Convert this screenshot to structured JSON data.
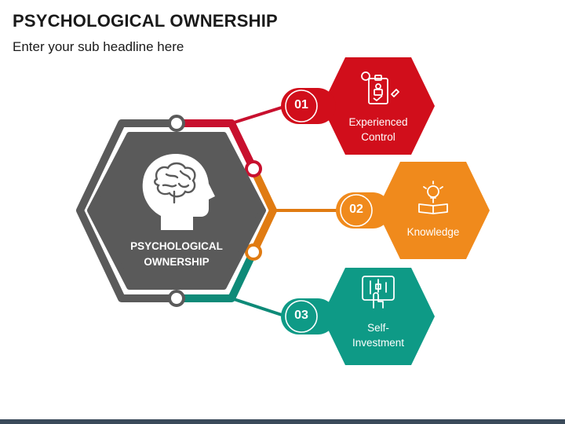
{
  "header": {
    "title": "PSYCHOLOGICAL OWNERSHIP",
    "subtitle": "Enter your sub headline here"
  },
  "center": {
    "label_line1": "PSYCHOLOGICAL",
    "label_line2": "OWNERSHIP",
    "icon": "head-brain-icon",
    "color": "#5a5a5a"
  },
  "items": [
    {
      "number": "01",
      "line1": "Experienced",
      "line2": "Control",
      "icon": "control-checklist-icon",
      "color": "#d10e1b"
    },
    {
      "number": "02",
      "line1": "Knowledge",
      "line2": "",
      "icon": "lightbulb-book-icon",
      "color": "#f08a1c"
    },
    {
      "number": "03",
      "line1": "Self-",
      "line2": "Investment",
      "icon": "investment-tablet-icon",
      "color": "#0e9a86"
    }
  ]
}
